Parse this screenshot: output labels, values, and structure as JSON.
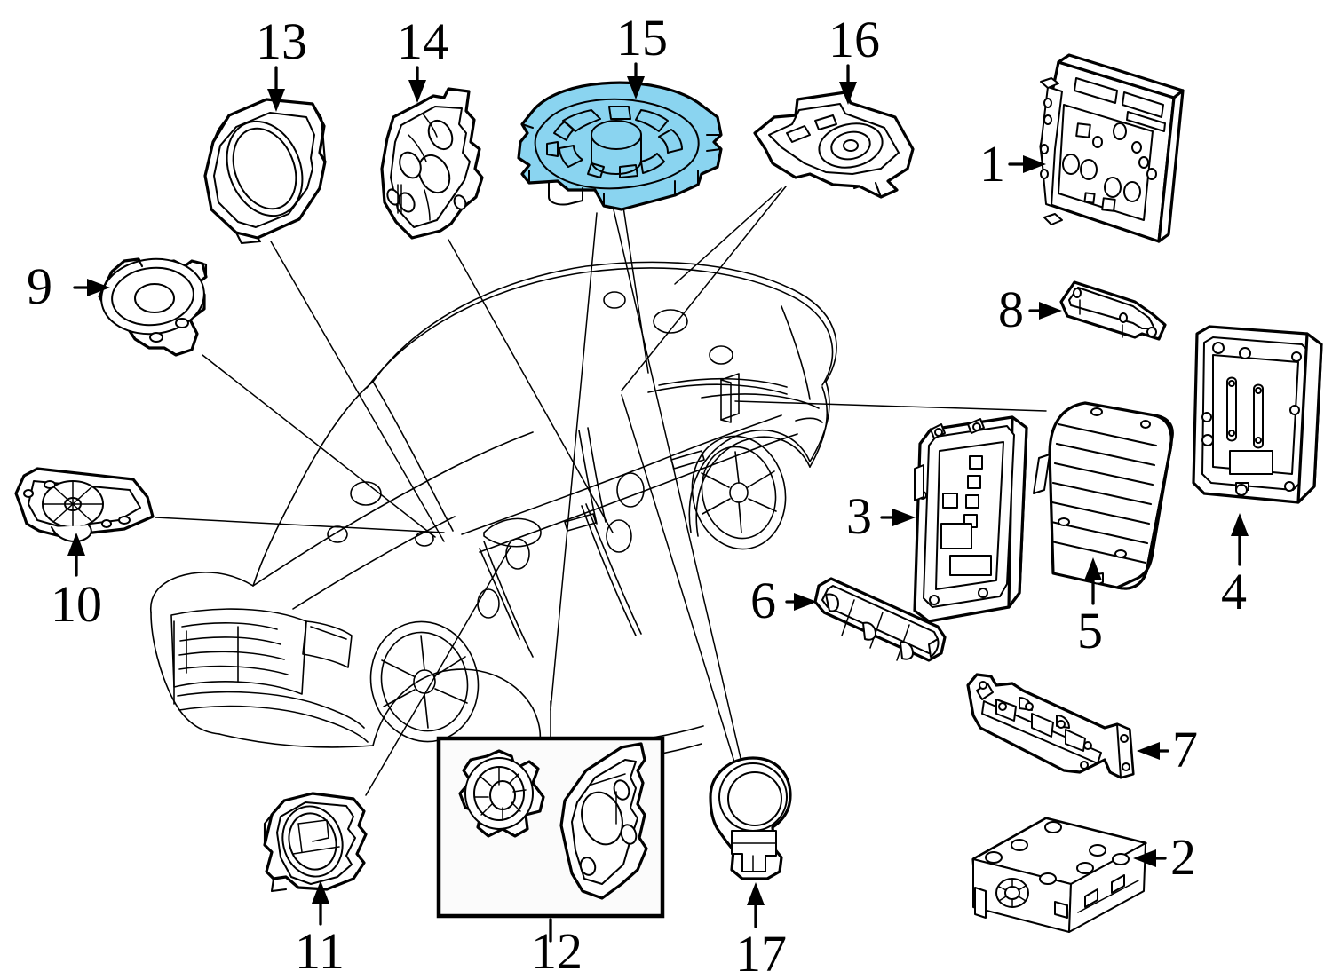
{
  "diagram": {
    "title": "Vehicle Audio System Exploded Parts Diagram",
    "vehicle": "sedan-line-drawing",
    "highlight_color": "#8ad4f0",
    "highlight_part_number": "15",
    "line_color": "#000000",
    "background_color": "#ffffff"
  },
  "callouts": [
    {
      "id": "1",
      "label": "1",
      "part": "radio-head-unit",
      "arrow": "right",
      "highlighted": false
    },
    {
      "id": "2",
      "label": "2",
      "part": "control-module-box",
      "arrow": "left",
      "highlighted": false
    },
    {
      "id": "3",
      "label": "3",
      "part": "amplifier-bracket-plate",
      "arrow": "right",
      "highlighted": false
    },
    {
      "id": "4",
      "label": "4",
      "part": "amplifier-module",
      "arrow": "up",
      "highlighted": false
    },
    {
      "id": "5",
      "label": "5",
      "part": "finned-amplifier",
      "arrow": "up",
      "highlighted": false
    },
    {
      "id": "6",
      "label": "6",
      "part": "mounting-rail",
      "arrow": "right",
      "highlighted": false
    },
    {
      "id": "7",
      "label": "7",
      "part": "amplifier-mounting-bracket",
      "arrow": "left",
      "highlighted": false
    },
    {
      "id": "8",
      "label": "8",
      "part": "antenna-module",
      "arrow": "right",
      "highlighted": false
    },
    {
      "id": "9",
      "label": "9",
      "part": "dash-speaker",
      "arrow": "right",
      "highlighted": false
    },
    {
      "id": "10",
      "label": "10",
      "part": "center-dash-speaker-housing",
      "arrow": "up",
      "highlighted": false
    },
    {
      "id": "11",
      "label": "11",
      "part": "rear-door-speaker",
      "arrow": "up",
      "highlighted": false
    },
    {
      "id": "12",
      "label": "12",
      "part": "speaker-and-housing-set",
      "arrow": "none",
      "highlighted": false
    },
    {
      "id": "13",
      "label": "13",
      "part": "front-door-speaker-housing",
      "arrow": "down",
      "highlighted": false
    },
    {
      "id": "14",
      "label": "14",
      "part": "rear-speaker-bracket",
      "arrow": "down",
      "highlighted": false
    },
    {
      "id": "15",
      "label": "15",
      "part": "subwoofer-assembly",
      "arrow": "down",
      "highlighted": true
    },
    {
      "id": "16",
      "label": "16",
      "part": "rear-shelf-speaker-mount",
      "arrow": "down",
      "highlighted": false
    },
    {
      "id": "17",
      "label": "17",
      "part": "tweeter",
      "arrow": "up",
      "highlighted": false
    }
  ]
}
